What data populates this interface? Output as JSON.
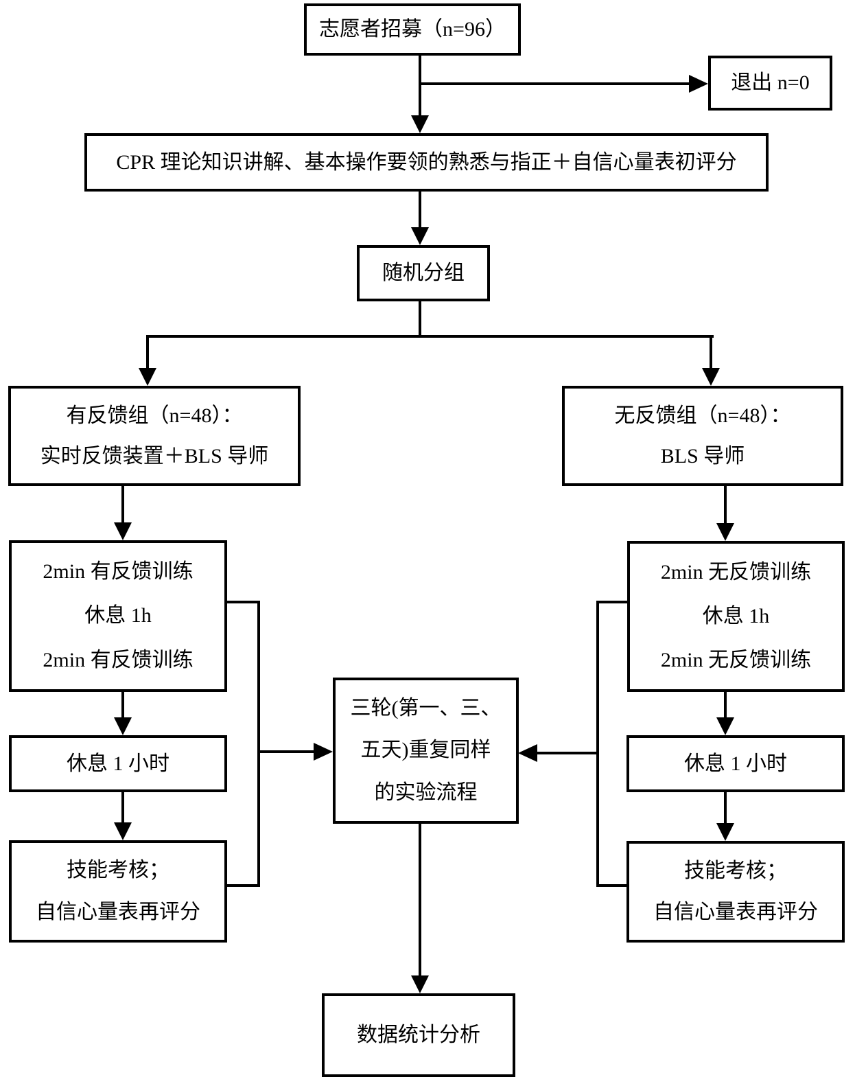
{
  "diagram": {
    "type": "flowchart",
    "colors": {
      "line": "#000000",
      "box_border": "#000000",
      "background": "#ffffff",
      "text": "#000000"
    },
    "nodes": {
      "recruit": {
        "text": "志愿者招募（n=96）"
      },
      "dropout": {
        "text": "退出 n=0"
      },
      "cpr_intro": {
        "text": "CPR 理论知识讲解、基本操作要领的熟悉与指正＋自信心量表初评分"
      },
      "randomization": {
        "text": "随机分组"
      },
      "feedback_group": {
        "line1": "有反馈组（n=48）：",
        "line2": "实时反馈装置＋BLS 导师"
      },
      "no_feedback_group": {
        "line1": "无反馈组（n=48）：",
        "line2": "BLS 导师"
      },
      "feedback_training": {
        "line1": "2min 有反馈训练",
        "line2": "休息 1h",
        "line3": "2min 有反馈训练"
      },
      "no_feedback_training": {
        "line1": "2min 无反馈训练",
        "line2": "休息 1h",
        "line3": "2min 无反馈训练"
      },
      "feedback_rest": {
        "text": "休息 1 小时"
      },
      "no_feedback_rest": {
        "text": "休息 1 小时"
      },
      "feedback_assessment": {
        "line1": "技能考核；",
        "line2": "自信心量表再评分"
      },
      "no_feedback_assessment": {
        "line1": "技能考核；",
        "line2": "自信心量表再评分"
      },
      "rounds": {
        "line1": "三轮(第一、三、",
        "line2": "五天)重复同样",
        "line3": "的实验流程"
      },
      "analysis": {
        "text": "数据统计分析"
      }
    },
    "edges": [
      {
        "from": "recruit",
        "to": "dropout"
      },
      {
        "from": "recruit",
        "to": "cpr_intro"
      },
      {
        "from": "cpr_intro",
        "to": "randomization"
      },
      {
        "from": "randomization",
        "to": "feedback_group"
      },
      {
        "from": "randomization",
        "to": "no_feedback_group"
      },
      {
        "from": "feedback_group",
        "to": "feedback_training"
      },
      {
        "from": "no_feedback_group",
        "to": "no_feedback_training"
      },
      {
        "from": "feedback_training",
        "to": "feedback_rest"
      },
      {
        "from": "feedback_rest",
        "to": "feedback_assessment"
      },
      {
        "from": "no_feedback_training",
        "to": "no_feedback_rest"
      },
      {
        "from": "no_feedback_rest",
        "to": "no_feedback_assessment"
      },
      {
        "from": "feedback_training+feedback_assessment",
        "to": "rounds"
      },
      {
        "from": "no_feedback_training+no_feedback_assessment",
        "to": "rounds"
      },
      {
        "from": "rounds",
        "to": "analysis"
      }
    ]
  }
}
